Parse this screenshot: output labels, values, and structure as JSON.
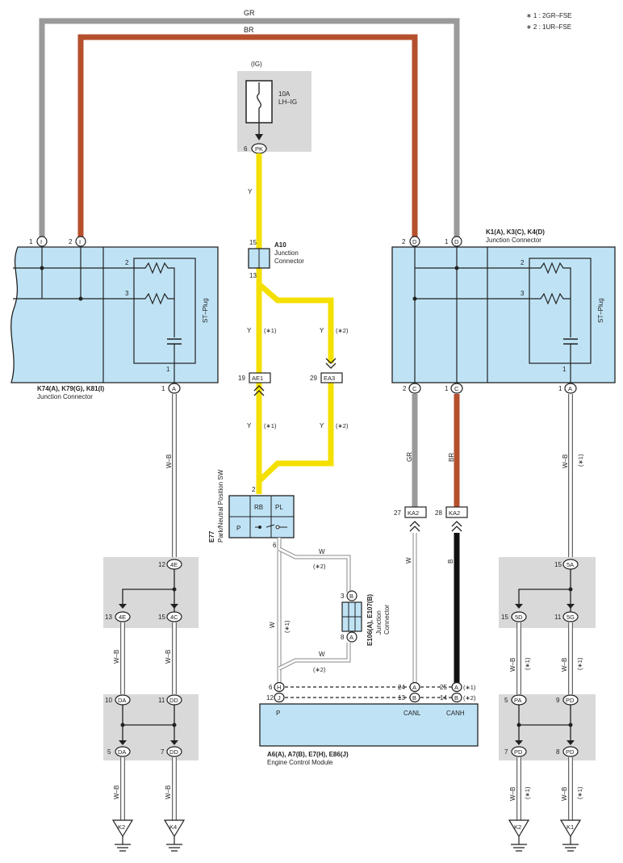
{
  "legend": {
    "note1": "∗ 1 : 2GR–FSE",
    "note2": "∗ 2 : 1UR–FSE"
  },
  "wire_colors": {
    "gr": "GR",
    "br": "BR",
    "y": "Y",
    "wb": "W–B",
    "w": "W",
    "b": "B"
  },
  "fuse": {
    "circuit": "(IG)",
    "rating": "10A",
    "name": "LH–IG",
    "pin": "6",
    "terminal": "PK"
  },
  "a10": {
    "code": "A10",
    "name1": "Junction",
    "name2": "Connector",
    "pin_top": "15",
    "pin_bottom": "13"
  },
  "variants": {
    "v1": "(∗1)",
    "v2": "(∗2)"
  },
  "ae1": {
    "pin": "19",
    "term": "AE1"
  },
  "ea3": {
    "pin": "29",
    "term": "EA3"
  },
  "left_jc": {
    "top_pins": [
      {
        "num": "1",
        "term": "I"
      },
      {
        "num": "2",
        "term": "I"
      }
    ],
    "inner_pins": [
      "2",
      "3",
      "1"
    ],
    "st_plug": "ST–Plug",
    "bottom_pin": {
      "num": "1",
      "term": "A"
    },
    "code": "K74(A), K79(G), K81(I)",
    "name": "Junction Connector"
  },
  "right_jc": {
    "top_pins": [
      {
        "num": "2",
        "term": "D"
      },
      {
        "num": "1",
        "term": "D"
      }
    ],
    "inner_pins": [
      "2",
      "3",
      "1"
    ],
    "st_plug": "ST–Plug",
    "bottom_pins": [
      {
        "num": "2",
        "term": "C"
      },
      {
        "num": "1",
        "term": "C"
      },
      {
        "num": "1",
        "term": "A"
      }
    ],
    "code": "K1(A), K3(C), K4(D)",
    "name": "Junction Connector"
  },
  "e77": {
    "code": "E77",
    "name": "Park/Neutral Position SW",
    "pin_top": "2",
    "pin_bottom": "6",
    "rb": "RB",
    "pl": "PL",
    "p": "P"
  },
  "ka2_left": {
    "pin": "27",
    "term": "KA2"
  },
  "ka2_right": {
    "pin": "28",
    "term": "KA2"
  },
  "e106": {
    "code": "E106(A), E107(B)",
    "name1": "Junction",
    "name2": "Connector",
    "pin_top": "3",
    "term_top": "B",
    "pin_bottom": "8",
    "term_bottom": "A"
  },
  "ecm": {
    "code": "A6(A), A7(B), E7(H), E86(J)",
    "name": "Engine Control Module",
    "pins_left": [
      {
        "num": "6",
        "term": "H"
      },
      {
        "num": "12",
        "term": "J"
      }
    ],
    "pins_mid": [
      {
        "num": "24",
        "term": "A"
      },
      {
        "num": "13",
        "term": "B"
      }
    ],
    "pins_right": [
      {
        "num": "25",
        "term": "A",
        "note": "(∗1)"
      },
      {
        "num": "14",
        "term": "B",
        "note": "(∗2)"
      }
    ],
    "label_p": "P",
    "label_canl": "CANL",
    "label_canh": "CANH"
  },
  "left_splice_a": {
    "in_pin": "12",
    "in_term": "4E",
    "out_left": {
      "num": "13",
      "term": "4E"
    },
    "out_right": {
      "num": "15",
      "term": "4C"
    }
  },
  "left_splice_b": {
    "in_left": {
      "num": "10",
      "term": "DA"
    },
    "in_right": {
      "num": "11",
      "term": "DD"
    },
    "out_left": {
      "num": "5",
      "term": "DA"
    },
    "out_right": {
      "num": "7",
      "term": "DD"
    }
  },
  "right_splice_a": {
    "in_pin": "15",
    "in_term": "5A",
    "out_left": {
      "num": "15",
      "term": "5D"
    },
    "out_right": {
      "num": "11",
      "term": "5G"
    }
  },
  "right_splice_b": {
    "in_left": {
      "num": "5",
      "term": "PA"
    },
    "in_right": {
      "num": "9",
      "term": "PD"
    },
    "out_left": {
      "num": "7",
      "term": "PD"
    },
    "out_right": {
      "num": "8",
      "term": "PD"
    }
  },
  "grounds": {
    "k2_left": "K2",
    "k4": "K4",
    "k2_right": "K2",
    "k1": "K1"
  },
  "colors": {
    "gray_wire": "#9a9a9a",
    "brown_wire": "#b5502d",
    "yellow_wire": "#f4e000",
    "box_fill": "#bfe3f5",
    "splice_fill": "#d9d9d9",
    "black_wire": "#111111"
  }
}
